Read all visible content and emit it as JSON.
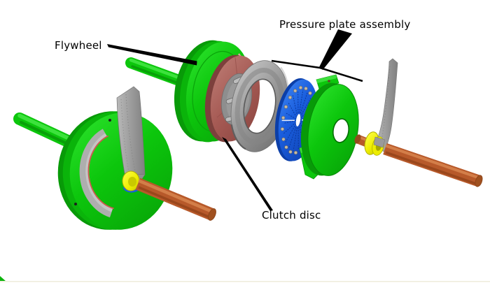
{
  "diagram": {
    "subject": "clutch-assembly-exploded-view",
    "background": "#ffffff",
    "labels": {
      "flywheel": "Flywheel",
      "pressure_plate_assembly": "Pressure plate assembly",
      "clutch_disc": "Clutch disc"
    },
    "colors": {
      "part_green": "#0cc60c",
      "clutch_disc_red": "#a65a54",
      "pressure_plate_gray": "#9b9b9b",
      "diaphragm_blue": "#1a5ede",
      "shaft_orange": "#b7592a",
      "bearing_yellow": "#eded00",
      "fork_gray": "#9c9c9c",
      "leader_black": "#000000",
      "footer_line": "#efecdc"
    }
  }
}
